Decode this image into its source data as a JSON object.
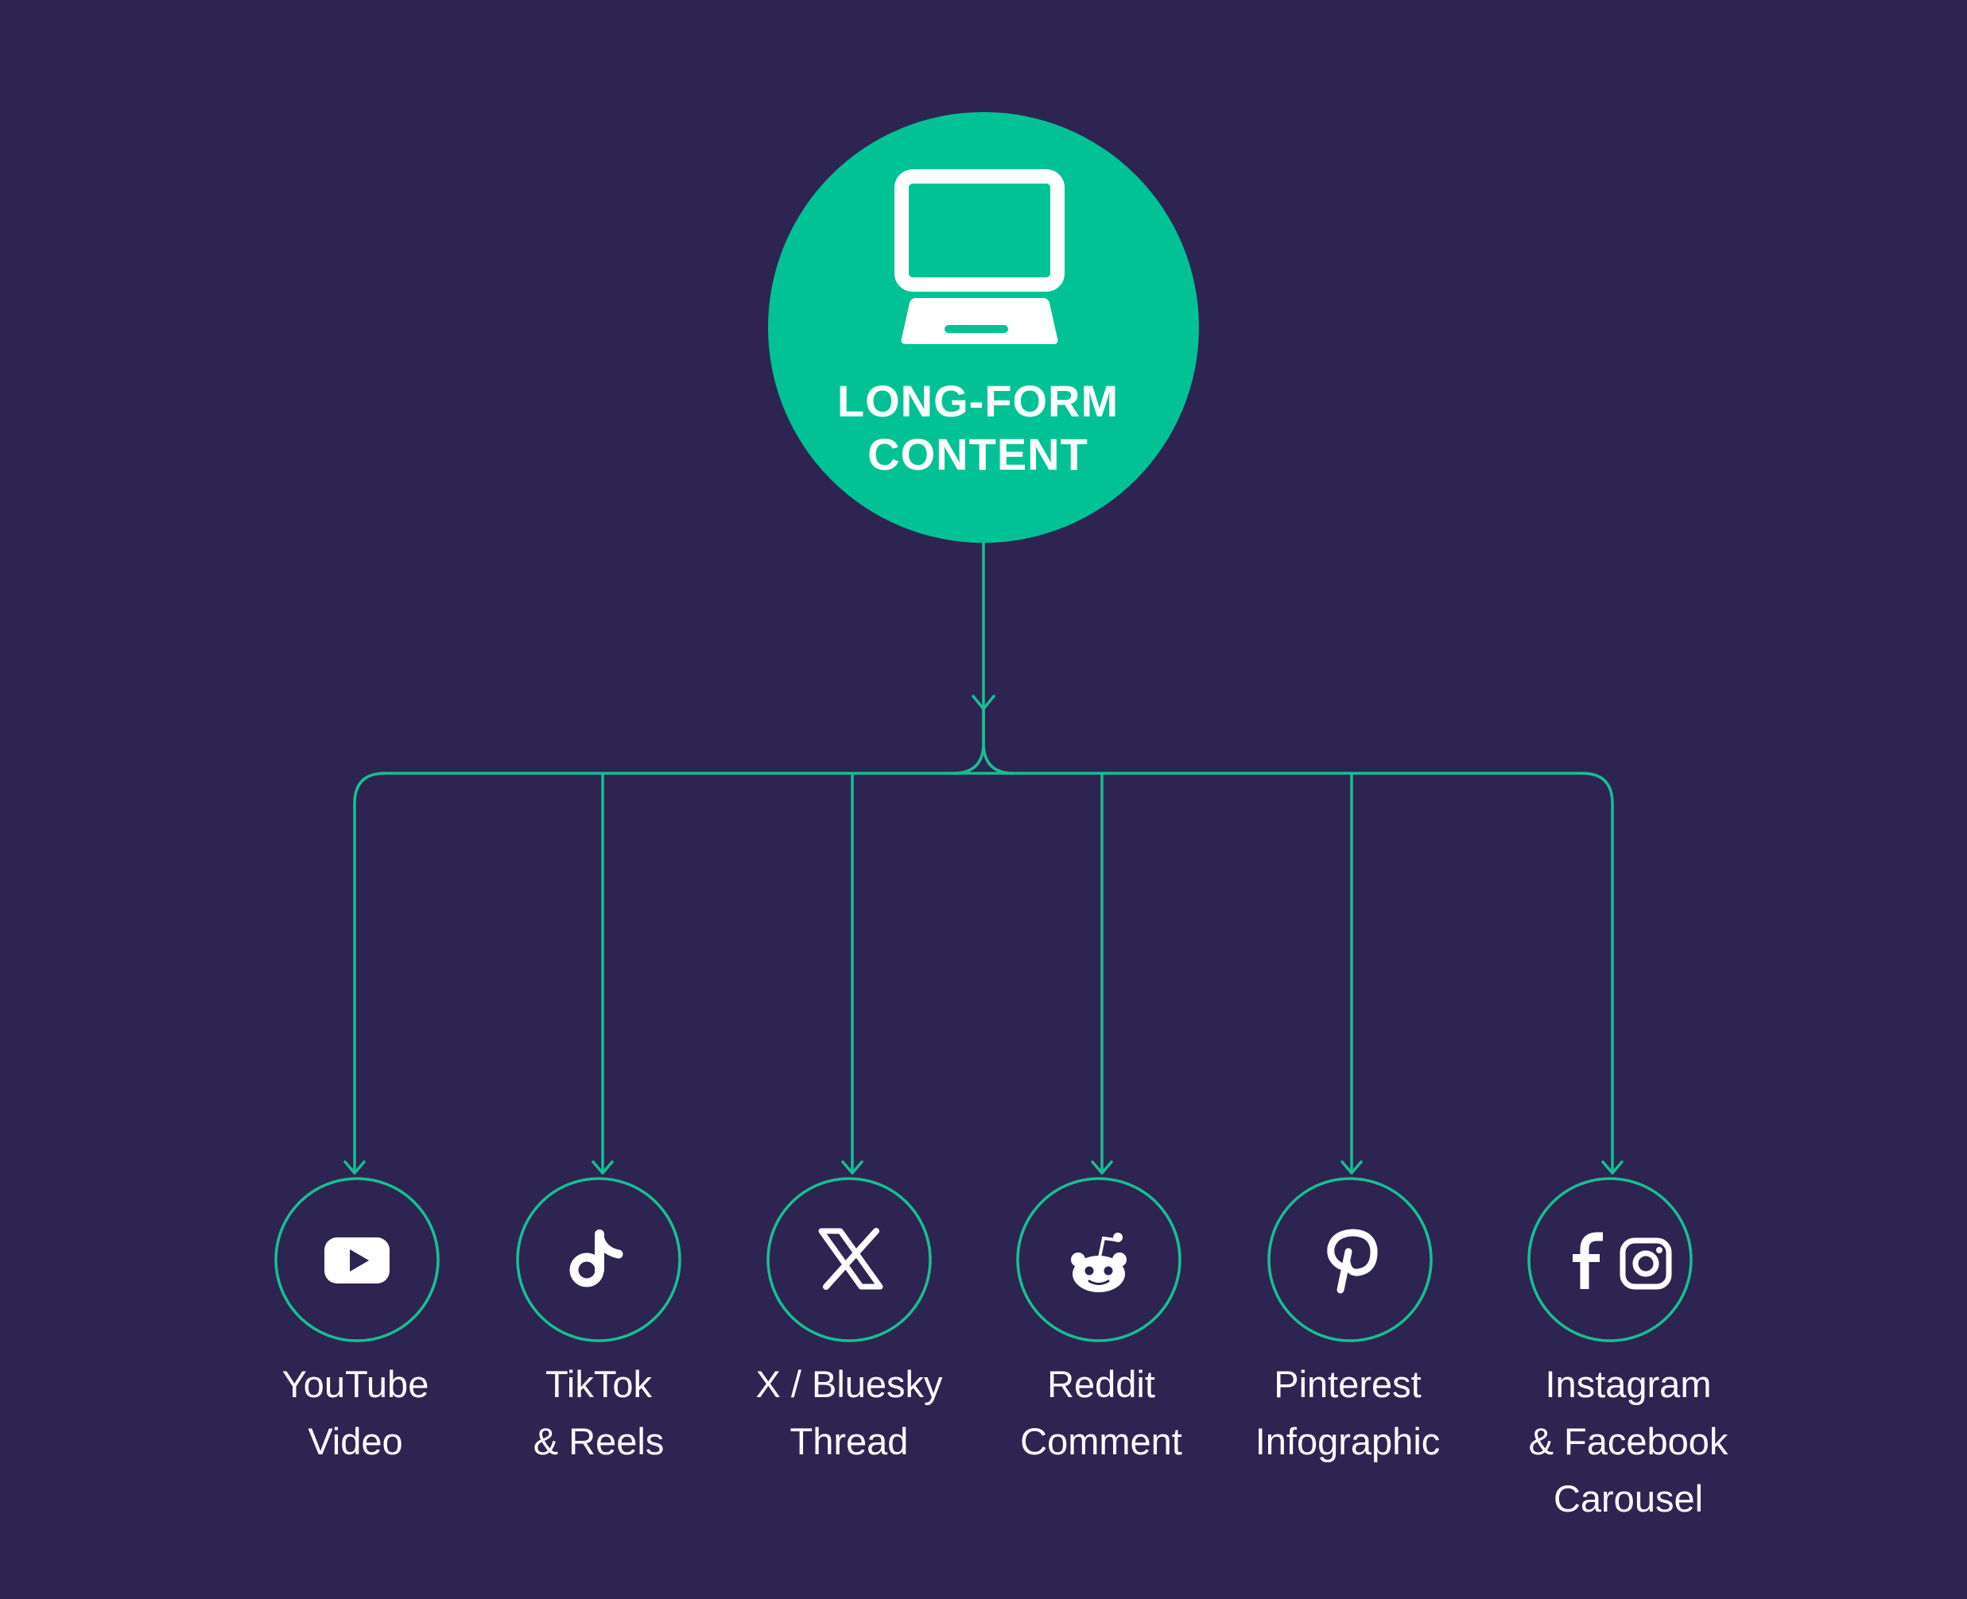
{
  "colors": {
    "background": "#2e2451",
    "accent": "#00c295",
    "line": "#17bf92",
    "text": "#ffffff"
  },
  "root": {
    "icon": "laptop-icon",
    "title_lines": [
      "LONG-FORM",
      "CONTENT"
    ]
  },
  "children": [
    {
      "icon": "youtube-icon",
      "label_lines": [
        "YouTube",
        "Video"
      ]
    },
    {
      "icon": "tiktok-icon",
      "label_lines": [
        "TikTok",
        "& Reels"
      ]
    },
    {
      "icon": "x-icon",
      "label_lines": [
        "X / Bluesky",
        "Thread"
      ]
    },
    {
      "icon": "reddit-icon",
      "label_lines": [
        "Reddit",
        "Comment"
      ]
    },
    {
      "icon": "pinterest-icon",
      "label_lines": [
        "Pinterest",
        "Infographic"
      ]
    },
    {
      "icon": "facebook-instagram-icon",
      "label_lines": [
        "Instagram",
        "& Facebook",
        "Carousel"
      ]
    }
  ]
}
